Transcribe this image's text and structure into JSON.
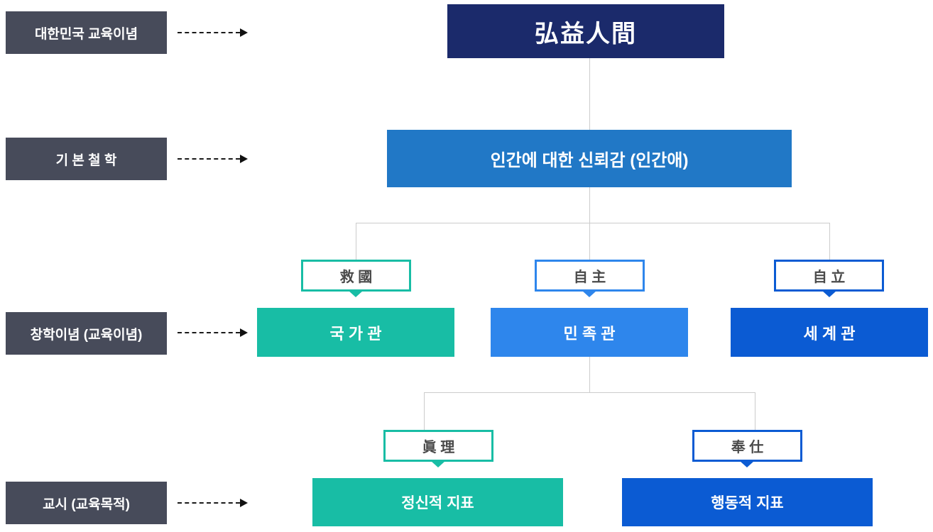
{
  "colors": {
    "side_label_bg": "#474B5A",
    "root_bg": "#1B2A6B",
    "philosophy_bg": "#2178C6",
    "teal": "#18BDA5",
    "bright_blue": "#2E86EC",
    "dark_blue": "#0B5BD3",
    "connector_line": "#CCCCCC",
    "tag_text": "#4A4A4A",
    "arrow": "#111111"
  },
  "side_labels": [
    {
      "label": "대한민국 교육이념"
    },
    {
      "label": "기 본 철 학"
    },
    {
      "label": "창학이념 (교육이념)"
    },
    {
      "label": "교시 (교육목적)"
    }
  ],
  "root": {
    "label": "弘益人間"
  },
  "philosophy": {
    "label": "인간에 대한 신뢰감 (인간애)"
  },
  "branches": [
    {
      "tag": "救 國",
      "label": "국 가 관",
      "color": "#18BDA5"
    },
    {
      "tag": "自 主",
      "label": "민 족 관",
      "color": "#2E86EC"
    },
    {
      "tag": "自 立",
      "label": "세 계 관",
      "color": "#0B5BD3"
    }
  ],
  "sub_branches": [
    {
      "tag": "眞 理",
      "label": "정신적 지표",
      "color": "#18BDA5"
    },
    {
      "tag": "奉 仕",
      "label": "행동적 지표",
      "color": "#0B5BD3"
    }
  ]
}
